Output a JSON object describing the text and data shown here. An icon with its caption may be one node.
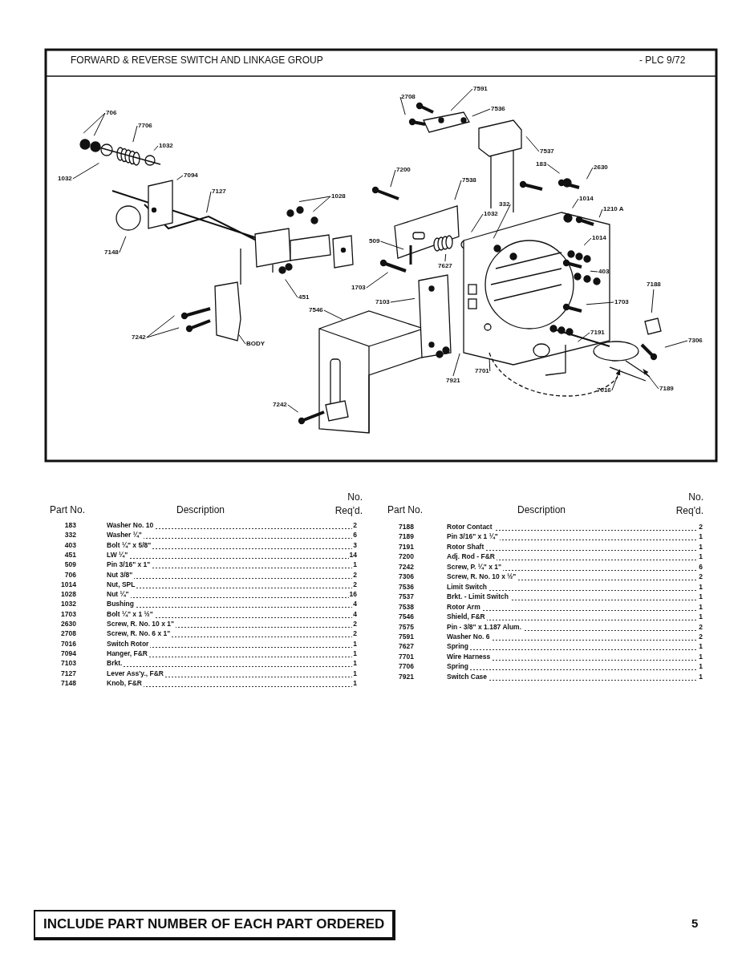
{
  "diagram": {
    "title": "FORWARD & REVERSE SWITCH AND LINKAGE GROUP",
    "nodes": [
      {
        "text": [
          "7591"
        ]
      },
      {
        "text": [
          "2708"
        ]
      },
      {
        "text": [
          "7536"
        ]
      },
      {
        "text": [
          "706"
        ]
      },
      {
        "text": [
          "7706"
        ]
      },
      {
        "text": [
          "1032"
        ]
      },
      {
        "text": [
          "7537"
        ]
      },
      {
        "text": [
          "183"
        ]
      },
      {
        "text": [
          "7200"
        ]
      },
      {
        "text": [
          "2630"
        ]
      },
      {
        "text": [
          "7094"
        ]
      },
      {
        "text": [
          "1032"
        ]
      },
      {
        "text": [
          "7538"
        ]
      },
      {
        "text": [
          "7127"
        ]
      },
      {
        "text": [
          "1014"
        ]
      },
      {
        "text": [
          "332"
        ]
      },
      {
        "text": [
          "1210 A"
        ]
      },
      {
        "text": [
          "1032"
        ]
      },
      {
        "text": [
          "1014"
        ]
      },
      {
        "text": [
          "1028"
        ]
      },
      {
        "text": [
          "509"
        ]
      },
      {
        "text": [
          "7148"
        ]
      },
      {
        "text": [
          "7627"
        ]
      },
      {
        "text": [
          "403"
        ]
      },
      {
        "text": [
          "1703"
        ]
      },
      {
        "text": [
          "451"
        ]
      },
      {
        "text": [
          "7103"
        ]
      },
      {
        "text": [
          "1703"
        ]
      },
      {
        "text": [
          "7188"
        ]
      },
      {
        "text": [
          "7306"
        ]
      },
      {
        "text": [
          "7546"
        ]
      },
      {
        "text": [
          "7191"
        ]
      },
      {
        "text": [
          "7242"
        ]
      },
      {
        "text": [
          "BODY"
        ]
      },
      {
        "text": [
          "7701"
        ]
      },
      {
        "text": [
          "7921"
        ]
      },
      {
        "text": [
          "7189"
        ]
      },
      {
        "text": [
          "7016"
        ]
      },
      {
        "text": [
          "7242"
        ]
      },
      {
        "text": [
          "INCLUDE PART NUMBER OF EACH PART ORDERED"
        ]
      }
    ],
    "edges": [
      {
        "from": 0,
        "to": null,
        "arrow": "none"
      },
      {
        "from": 1,
        "to": null,
        "arrow": "none"
      },
      {
        "from": 2,
        "to": null,
        "arrow": "none"
      },
      {
        "from": 3,
        "to": null,
        "arrow": "none"
      },
      {
        "from": 3,
        "to": null,
        "arrow": "none"
      },
      {
        "from": 4,
        "to": null,
        "arrow": "none"
      },
      {
        "from": 5,
        "to": null,
        "arrow": "none"
      },
      {
        "from": 6,
        "to": null,
        "arrow": "none"
      },
      {
        "from": 7,
        "to": null,
        "arrow": "none"
      },
      {
        "from": 8,
        "to": null,
        "arrow": "none"
      },
      {
        "from": 9,
        "to": null,
        "arrow": "none"
      },
      {
        "from": 10,
        "to": null,
        "arrow": "none"
      },
      {
        "from": 11,
        "to": null,
        "arrow": "none"
      },
      {
        "from": 12,
        "to": null,
        "arrow": "none"
      },
      {
        "from": 13,
        "to": null,
        "arrow": "none"
      },
      {
        "from": 14,
        "to": null,
        "arrow": "none"
      },
      {
        "from": 15,
        "to": null,
        "arrow": "none"
      },
      {
        "from": 16,
        "to": null,
        "arrow": "none"
      },
      {
        "from": 17,
        "to": null,
        "arrow": "none"
      },
      {
        "from": 18,
        "to": null,
        "arrow": "none"
      },
      {
        "from": 19,
        "to": null,
        "arrow": "none"
      },
      {
        "from": 19,
        "to": null,
        "arrow": "none"
      },
      {
        "from": 20,
        "to": null,
        "arrow": "none"
      },
      {
        "from": 21,
        "to": null,
        "arrow": "none"
      },
      {
        "from": 22,
        "to": null,
        "arrow": "none"
      },
      {
        "from": 23,
        "to": null,
        "arrow": "none"
      },
      {
        "from": 24,
        "to": null,
        "arrow": "none"
      },
      {
        "from": 25,
        "to": null,
        "arrow": "none"
      },
      {
        "from": 26,
        "to": null,
        "arrow": "none"
      },
      {
        "from": 27,
        "to": null,
        "arrow": "none"
      },
      {
        "from": 28,
        "to": null,
        "arrow": "none"
      },
      {
        "from": 29,
        "to": null,
        "arrow": "none"
      },
      {
        "from": 30,
        "to": null,
        "arrow": "none"
      },
      {
        "from": 31,
        "to": null,
        "arrow": "none"
      },
      {
        "from": 32,
        "to": null,
        "arrow": "none"
      },
      {
        "from": 32,
        "to": null,
        "arrow": "none"
      },
      {
        "from": 33,
        "to": null,
        "arrow": "none"
      },
      {
        "from": 34,
        "to": null,
        "arrow": "none"
      },
      {
        "from": 35,
        "to": null,
        "arrow": "none"
      },
      {
        "from": 36,
        "to": null,
        "arrow": "to"
      },
      {
        "from": 37,
        "to": null,
        "arrow": "to"
      },
      {
        "from": 38,
        "to": null,
        "arrow": "none"
      }
    ],
    "labels": [
      "- PLC 9/72",
      "Part No.",
      "Description",
      "No. Req'd.",
      "183",
      "Washer No. 10",
      "2",
      "332",
      "Washer ¼\"",
      "6",
      "403",
      "Bolt ¼\" x 5/8\"",
      "3",
      "451",
      "LW ¼\"",
      "14",
      "509",
      "Pin 3/16\" x 1\"",
      "1",
      "706",
      "Nut 3/8\"",
      "2",
      "1014",
      "Nut, SPL",
      "2",
      "1028",
      "Nut ¼\"",
      "16",
      "1032",
      "Bushing",
      "4",
      "1703",
      "Bolt ¼\" x 1 ½\"",
      "4",
      "2630",
      "Screw, R. No. 10 x 1\"",
      "2",
      "2708",
      "Screw, R. No. 6 x 1\"",
      "2",
      "7016",
      "Switch Rotor",
      "1",
      "7094",
      "Hanger, F&R",
      "1",
      "7103",
      "Brkt.",
      "1",
      "7127",
      "Lever Ass'y., F&R",
      "1",
      "7148",
      "Knob, F&R",
      "1",
      "Part No.",
      "Description",
      "No. Req'd.",
      "7188",
      "Rotor Contact",
      "2",
      "7189",
      "Pin 3/16\" x 1 ¼\"",
      "1",
      "7191",
      "Rotor Shaft",
      "1",
      "7200",
      "Adj. Rod - F&R",
      "1",
      "7242",
      "Screw, P. ¼\" x 1\"",
      "6",
      "7306",
      "Screw, R. No. 10 x ½\"",
      "2",
      "7536",
      "Limit Switch",
      "1",
      "7537",
      "Brkt. - Limit Switch",
      "1",
      "7538",
      "Rotor Arm",
      "1",
      "7546",
      "Shield, F&R",
      "1",
      "7575",
      "Pin - 3/8\" x 1.187 Alum.",
      "2",
      "7591",
      "Washer No. 6",
      "2",
      "7627",
      "Spring",
      "1",
      "7701",
      "Wire Harness",
      "1",
      "7706",
      "Spring",
      "1",
      "7921",
      "Switch Case",
      "1",
      "5"
    ]
  }
}
